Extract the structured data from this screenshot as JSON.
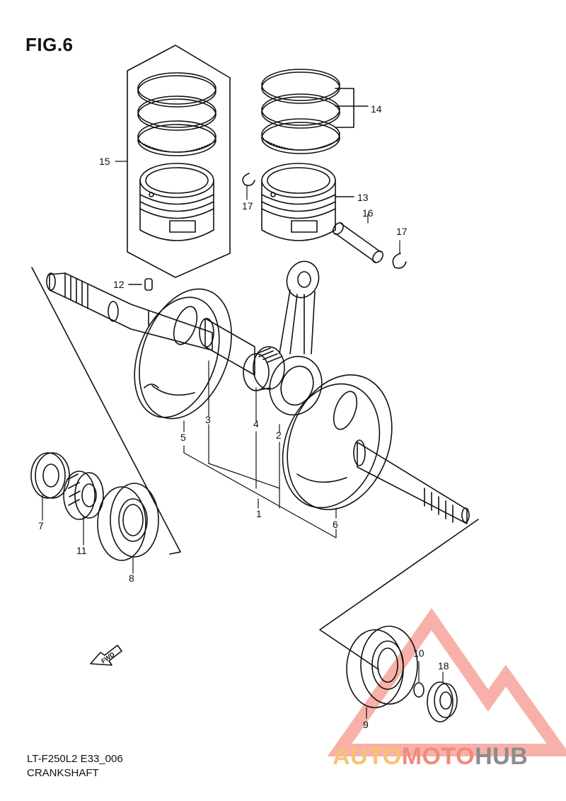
{
  "figure": {
    "title": "FIG.6",
    "model_code": "LT-F250L2 E33_006",
    "name": "CRANKSHAFT"
  },
  "callouts": {
    "c1": "1",
    "c2": "2",
    "c3": "3",
    "c4": "4",
    "c5": "5",
    "c6": "6",
    "c7": "7",
    "c8": "8",
    "c9": "9",
    "c10": "10",
    "c11": "11",
    "c12": "12",
    "c13": "13",
    "c14": "14",
    "c15": "15",
    "c16": "16",
    "c17a": "17",
    "c17b": "17",
    "c18": "18"
  },
  "fwd_label": "FWD",
  "watermark": {
    "part1": "AUTO",
    "part2": "MOTO",
    "part3": "HUB",
    "colors": {
      "auto": "#f7c373",
      "moto": "#f28b7a",
      "hub": "#8c8c8c",
      "triangle": "#f6a39a"
    }
  }
}
